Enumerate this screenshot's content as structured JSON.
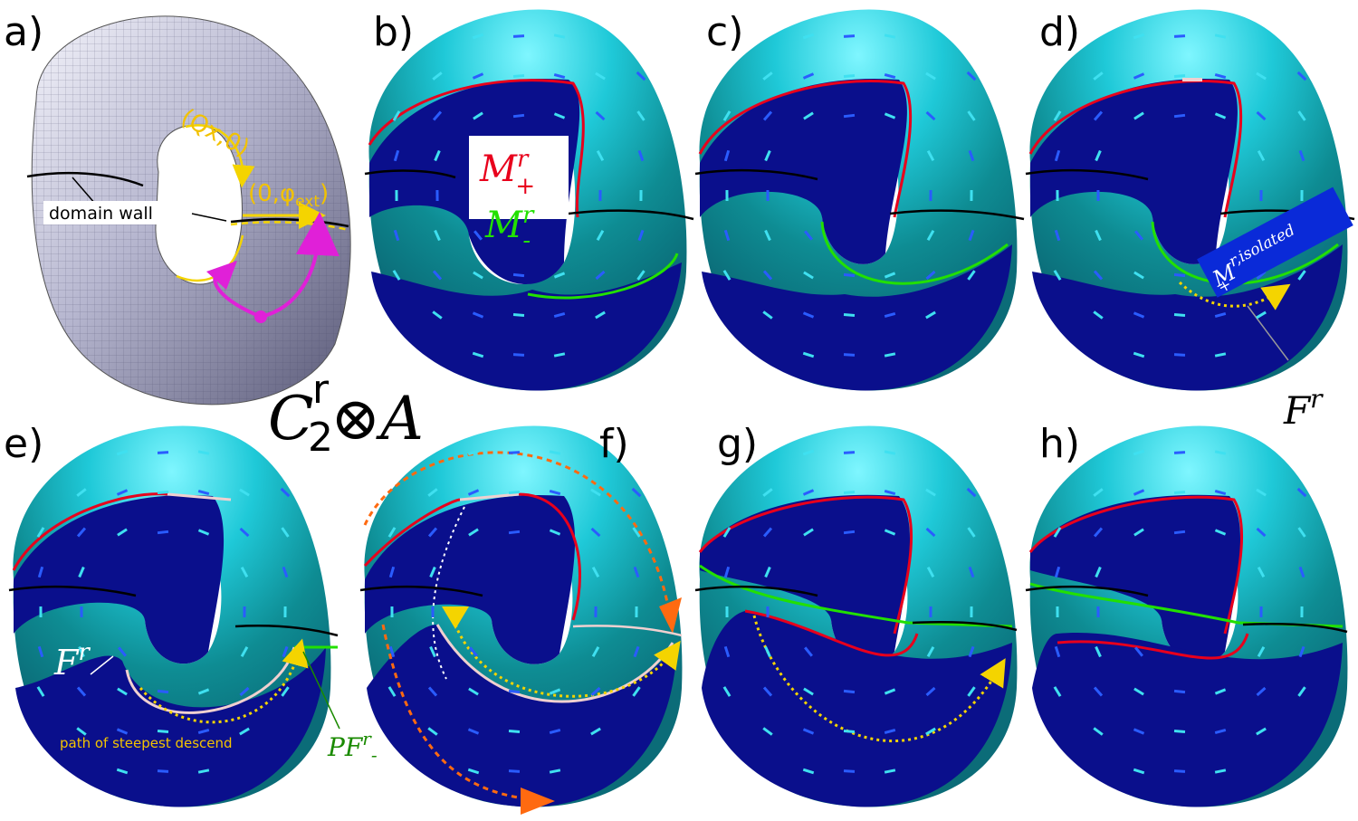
{
  "panels": {
    "a": "a)",
    "b": "b)",
    "c": "c)",
    "d": "d)",
    "e": "e)",
    "f": "f)",
    "g": "g)",
    "h": "h)"
  },
  "title": {
    "main": "C",
    "sup": "r",
    "sub": "2",
    "rest": "⊗A"
  },
  "panel_a": {
    "qx_label": "(Qx,0)",
    "phi_label": "(0,φ",
    "phi_sub": "ext",
    "phi_close": ")",
    "domain_wall_label": "domain wall"
  },
  "panel_b": {
    "m_plus": "M",
    "m_plus_sup": "r",
    "m_plus_sub": "+",
    "m_minus": "M",
    "m_minus_sup": "r",
    "m_minus_sub": "-"
  },
  "panel_d": {
    "isolated_main": "M",
    "isolated_sup": "r,isolated",
    "isolated_sub": "+",
    "f_label": "F",
    "f_sup": "r"
  },
  "panel_e": {
    "f_label": "F",
    "f_sup": "r",
    "path_label": "path of steepest descend",
    "pf_label": "PF",
    "pf_sup": "r",
    "pf_sub": "-"
  },
  "colors": {
    "torus_dark": "#0a0f8c",
    "torus_light": "#22d8e6",
    "torus_teal": "#0f8f96",
    "red_line": "#e8001c",
    "green_line": "#22e000",
    "yellow": "#f4d400",
    "magenta": "#e020d8",
    "orange": "#ff6a10"
  }
}
